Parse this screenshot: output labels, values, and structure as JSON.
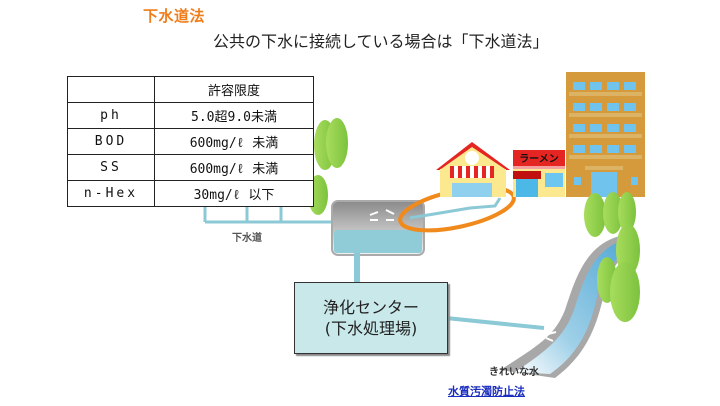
{
  "header": {
    "title": "下水道法",
    "subtitle": "公共の下水に接続している場合は「下水道法」"
  },
  "limits_table": {
    "header": [
      "",
      "許容限度"
    ],
    "rows": [
      {
        "item": "ph",
        "limit": "5.0超9.0未満"
      },
      {
        "item": "BOD",
        "limit": "600mg/ℓ 未満"
      },
      {
        "item": "SS",
        "limit": "600mg/ℓ 未満"
      },
      {
        "item": "n-Hex",
        "limit": "30mg/ℓ 以下"
      }
    ]
  },
  "diagram": {
    "sewer_label": "下水道",
    "treatment_center": {
      "line1": "浄化センター",
      "line2": "(下水処理場)"
    },
    "clean_water_label": "きれいな水",
    "shop_sign": "ラーメン",
    "law_link": "水質汚濁防止法"
  },
  "colors": {
    "title_orange": "#f07d1a",
    "highlight_ellipse": "#f08a1c",
    "pipe": "#7fc4d3",
    "box_fill": "#c9e8ea",
    "link_blue": "#1a2dbf",
    "tree_green": "#8fd14f",
    "river_blue": "#5aaed6",
    "building_tan": "#d49a3c"
  }
}
